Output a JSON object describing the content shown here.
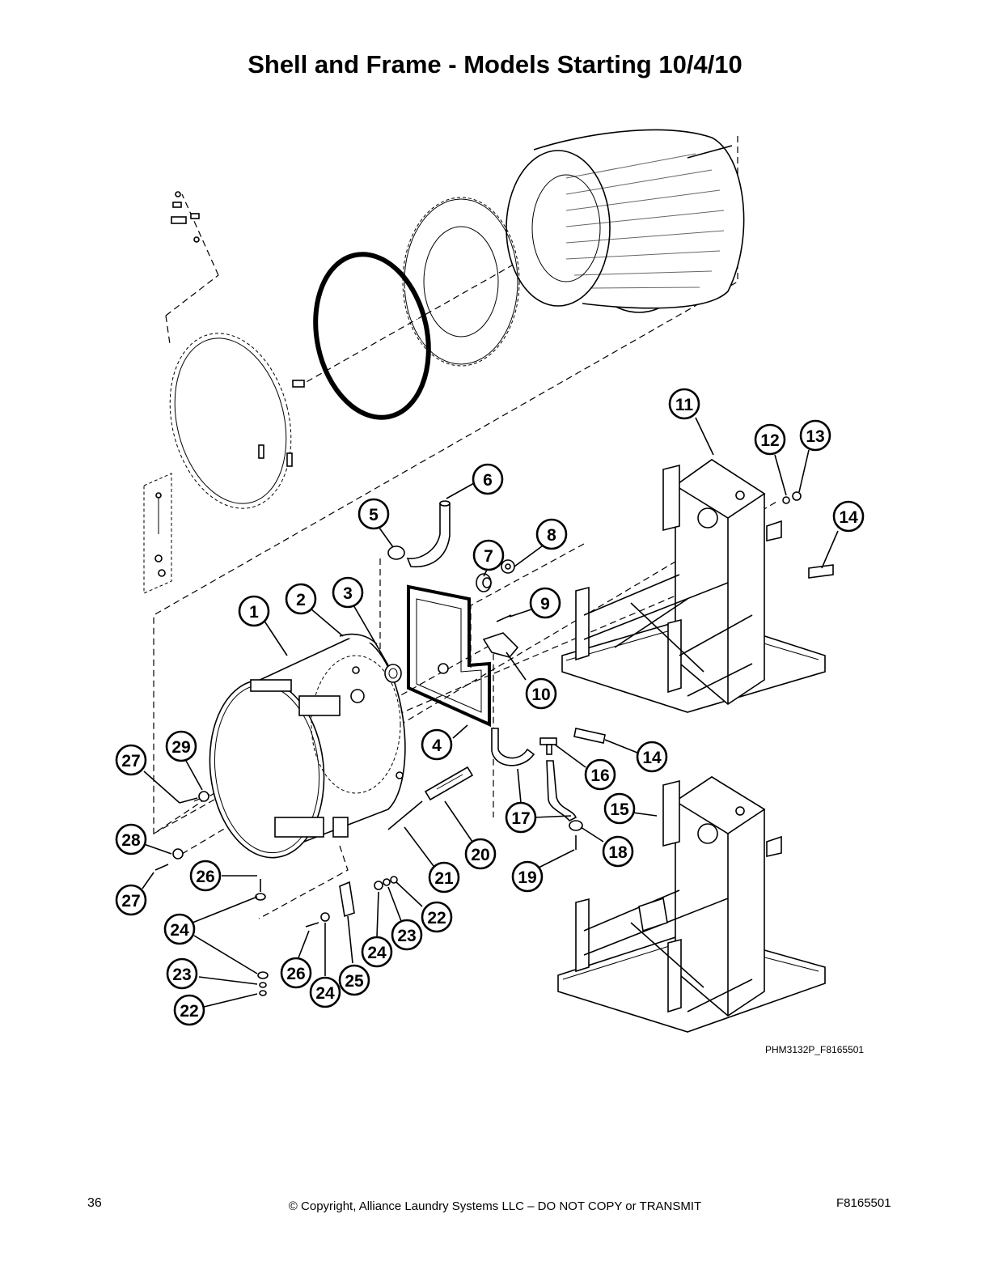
{
  "title": "Shell and Frame - Models Starting 10/4/10",
  "figure_code": "PHM3132P_F8165501",
  "footer": {
    "page_number": "36",
    "copyright": "© Copyright, Alliance Laundry Systems LLC – DO NOT COPY or TRANSMIT",
    "doc_number": "F8165501"
  },
  "callouts": [
    "1",
    "2",
    "3",
    "4",
    "5",
    "6",
    "7",
    "8",
    "9",
    "10",
    "11",
    "12",
    "13",
    "14",
    "14",
    "15",
    "16",
    "17",
    "18",
    "19",
    "20",
    "21",
    "22",
    "22",
    "23",
    "23",
    "24",
    "24",
    "24",
    "25",
    "26",
    "26",
    "27",
    "27",
    "28",
    "29"
  ]
}
